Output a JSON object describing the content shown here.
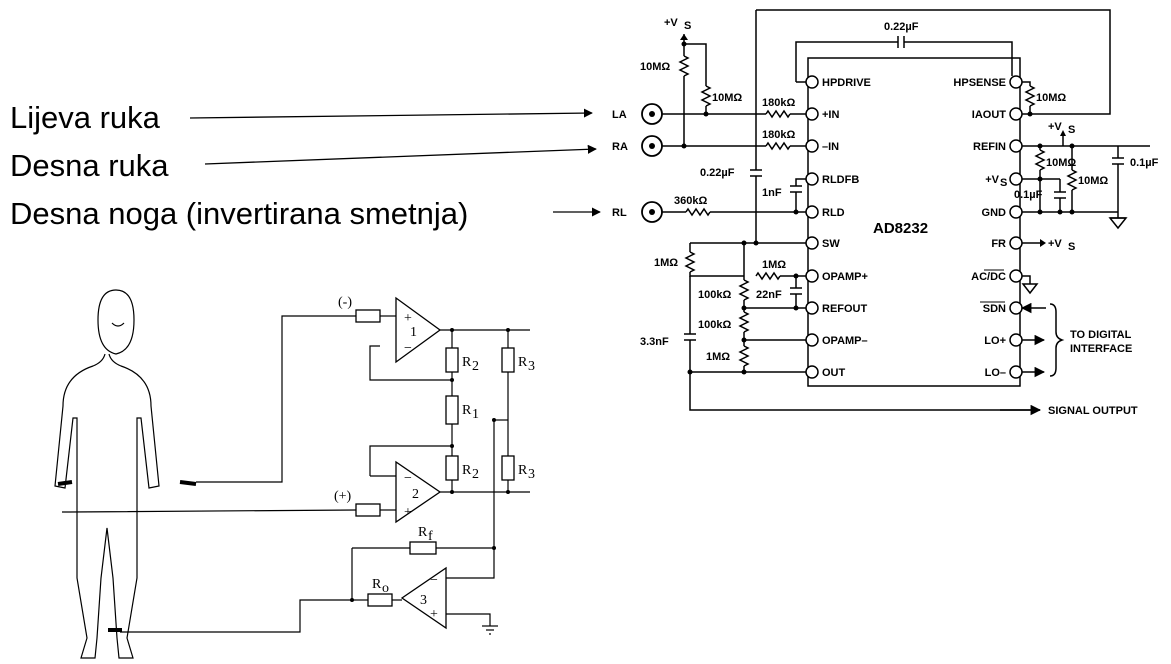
{
  "labels": {
    "left_arm": "Lijeva ruka",
    "right_arm": "Desna ruka",
    "right_leg": "Desna noga (invertirana smetnja)"
  },
  "chip": {
    "name": "AD8232",
    "left_pins": [
      "HPDRIVE",
      "+IN",
      "–IN",
      "RLDFB",
      "RLD",
      "SW",
      "OPAMP+",
      "REFOUT",
      "OPAMP–",
      "OUT"
    ],
    "right_pins": [
      "HPSENSE",
      "IAOUT",
      "REFIN",
      "+V",
      "GND",
      "FR",
      "AC/DC",
      "SDN",
      "LO+",
      "LO–"
    ]
  },
  "electrodes": [
    "LA",
    "RA",
    "RL"
  ],
  "components": {
    "supply": "+V",
    "supply_sub": "S",
    "c_top": "0.22µF",
    "r_hp_pull": "10MΩ",
    "r_bias_1": "10MΩ",
    "r_bias_2": "10MΩ",
    "r_in_pos": "180kΩ",
    "r_in_neg": "180kΩ",
    "c_rld_left": "0.22µF",
    "c_rldfb": "1nF",
    "r_rld": "360kΩ",
    "r_filter_a": "1MΩ",
    "r_filter_b": "1MΩ",
    "r_filter_c": "100kΩ",
    "c_filter_a": "22nF",
    "r_filter_d": "100kΩ",
    "r_filter_e": "1MΩ",
    "c_filter_b": "3.3nF",
    "r_refin_1": "10MΩ",
    "r_refin_2": "10MΩ",
    "c_refin_1": "0.1µF",
    "c_refin_2": "0.1µF",
    "fr_supply": "+V",
    "refin_supply": "+V"
  },
  "outputs": {
    "digital_line1": "TO DIGITAL",
    "digital_line2": "INTERFACE",
    "signal": "SIGNAL OUTPUT"
  },
  "schematic": {
    "minus": "(-)",
    "plus": "(+)",
    "amp1": "1",
    "amp2": "2",
    "amp3": "3",
    "r1": "R",
    "r1_sub": "1",
    "r2": "R",
    "r2_sub": "2",
    "r3": "R",
    "r3_sub": "3",
    "rf": "R",
    "rf_sub": "f",
    "ro": "R",
    "ro_sub": "o"
  }
}
